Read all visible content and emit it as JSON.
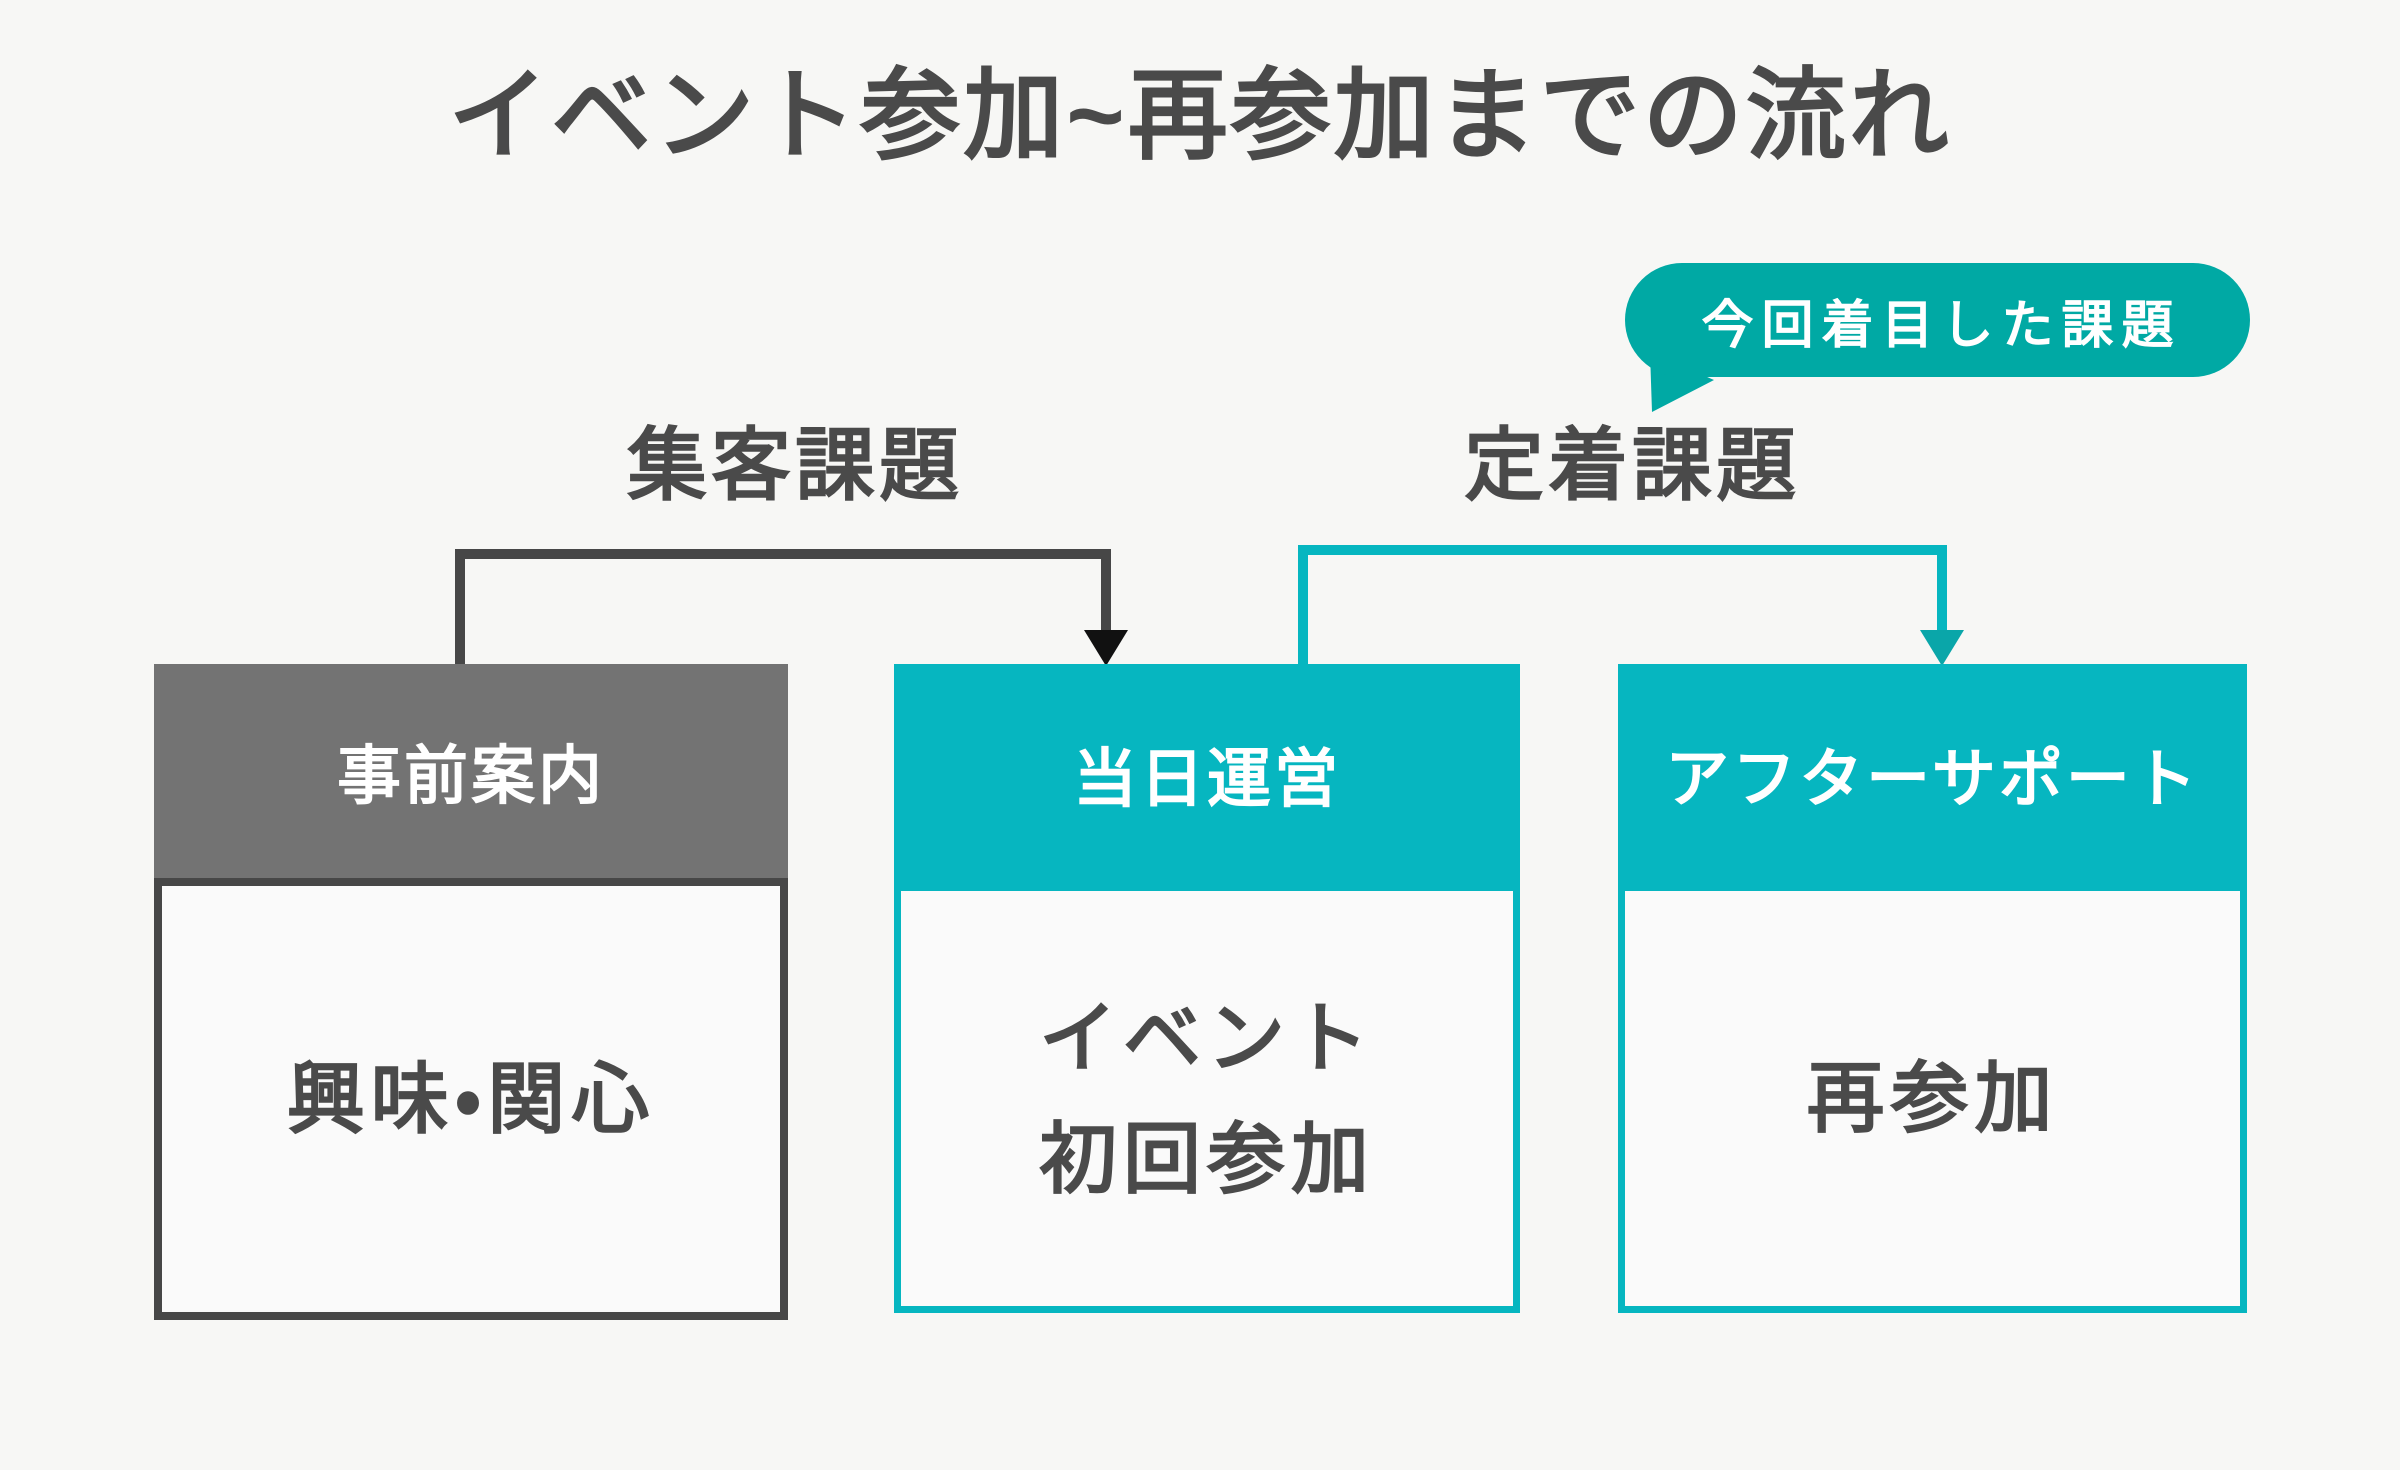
{
  "title": "イベント参加~再参加までの流れ",
  "callout": {
    "label": "今回着目した課題"
  },
  "stage_labels": {
    "attraction": "集客課題",
    "retention": "定着課題"
  },
  "boxes": {
    "pre": {
      "header": "事前案内",
      "body": "興味・関心"
    },
    "event": {
      "header": "当日運営",
      "body_line1": "イベント",
      "body_line2": "初回参加"
    },
    "after": {
      "header": "アフターサポート",
      "body": "再参加"
    }
  },
  "colors": {
    "background": "#f7f7f5",
    "text_dark": "#4a4a4a",
    "line_dark": "#474747",
    "arrow_dark": "#111111",
    "header_gray": "#737373",
    "teal_box": "#06b6c0",
    "teal_line": "#06b6c0",
    "teal_arrow": "#0aa6a9",
    "teal_bubble": "#00a9a4",
    "box_body_bg": "#fafafa",
    "text_white": "#ffffff"
  }
}
